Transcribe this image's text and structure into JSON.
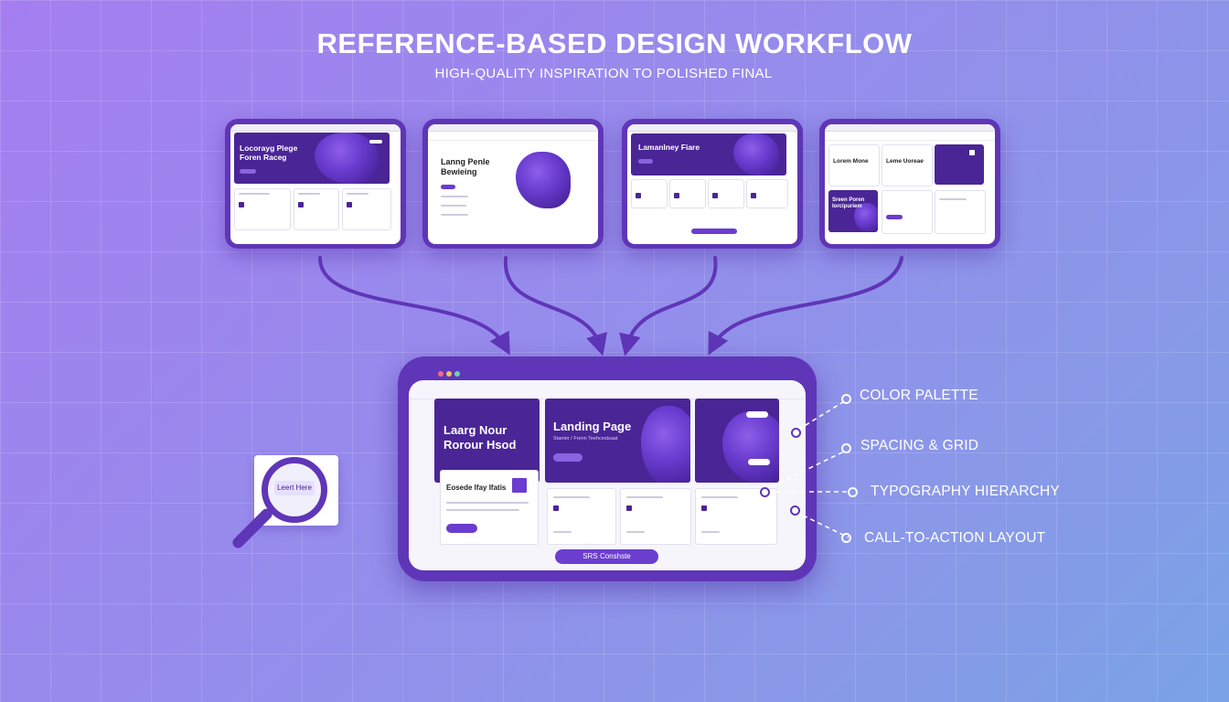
{
  "header": {
    "title": "REFERENCE-BASED DESIGN WORKFLOW",
    "subtitle": "HIGH-QUALITY INSPIRATION TO POLISHED FINAL"
  },
  "references": [
    {
      "hero_text": "Locorayg Plege Foren Raceg"
    },
    {
      "hero_text": "Lanng Penle Bewieing"
    },
    {
      "hero_text": "Lamanlney Fiare"
    },
    {
      "hero_text": "Lorem Mone",
      "secondary_text": "Leme Uoreae",
      "card_text": "Sreen Poren Iorcipuriem"
    }
  ],
  "final": {
    "left_hero_title": "Laarg Nour Rorour Hsod",
    "card_title": "Eosede Ifay Ifatis",
    "center_hero_title": "Landing Page",
    "center_hero_sub": "Stanter / Frenn Teehcestsaat",
    "cta_label": "SRS Conshste"
  },
  "magnifier": {
    "label": "Leert Here"
  },
  "callouts": [
    {
      "label": "COLOR PALETTE"
    },
    {
      "label": "SPACING & GRID"
    },
    {
      "label": "TYPOGRAPHY HIERARCHY"
    },
    {
      "label": "CALL-TO-ACTION LAYOUT"
    }
  ],
  "colors": {
    "accent": "#5f36b7",
    "hero": "#4a2596",
    "background_start": "#a57ef0",
    "background_end": "#7aa2e6"
  }
}
